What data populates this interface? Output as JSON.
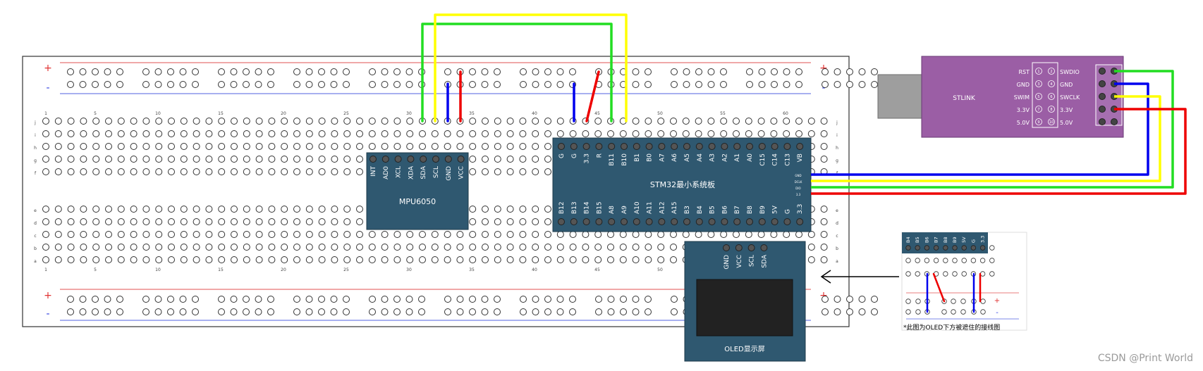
{
  "breadboard": {
    "rail_plus": "+",
    "rail_minus": "-",
    "column_numbers": [
      "1",
      "5",
      "10",
      "15",
      "20",
      "25",
      "30",
      "35",
      "40",
      "45",
      "50",
      "55",
      "60"
    ],
    "row_letters_top": [
      "j",
      "i",
      "h",
      "g",
      "f"
    ],
    "row_letters_bottom": [
      "e",
      "d",
      "c",
      "b",
      "a"
    ]
  },
  "mpu6050": {
    "name": "MPU6050",
    "pins": [
      "INT",
      "AD0",
      "XCL",
      "XDA",
      "SDA",
      "SCL",
      "GND",
      "VCC"
    ]
  },
  "stm32": {
    "name": "STM32最小系统板",
    "pins_top": [
      "G",
      "G",
      "3.3",
      "R",
      "B11",
      "B10",
      "B1",
      "B0",
      "A7",
      "A6",
      "A5",
      "A4",
      "A3",
      "A2",
      "A1",
      "A0",
      "C15",
      "C14",
      "C13",
      "VB"
    ],
    "pins_bottom": [
      "B12",
      "B13",
      "B14",
      "B15",
      "A8",
      "A9",
      "A10",
      "A11",
      "A12",
      "A15",
      "B3",
      "B4",
      "B5",
      "B6",
      "B7",
      "B8",
      "B9",
      "5V",
      "G",
      "3.3"
    ],
    "side_pins": [
      "GND",
      "DCLK",
      "DIO",
      "3.3"
    ]
  },
  "oled": {
    "name": "OLED显示屏",
    "pins": [
      "GND",
      "VCC",
      "SCL",
      "SDA"
    ]
  },
  "stlink": {
    "name": "STLINK",
    "left_labels": [
      "RST",
      "GND",
      "SWIM",
      "3.3V",
      "5.0V"
    ],
    "right_labels": [
      "SWDIO",
      "GND",
      "SWCLK",
      "3.3V",
      "5.0V"
    ],
    "pin_numbers": [
      "1",
      "2",
      "3",
      "4",
      "5",
      "6",
      "7",
      "8",
      "9",
      "10"
    ]
  },
  "inset": {
    "pins": [
      "B4",
      "B5",
      "B6",
      "B7",
      "B8",
      "B9",
      "5V",
      "G",
      "3.3"
    ],
    "caption": "*此图为OLED下方被遮住的接线图"
  },
  "wire_colors": {
    "green": "#22dd22",
    "yellow": "#ffff00",
    "blue": "#0000ee",
    "red": "#ee0000"
  },
  "watermark": "CSDN @Print World"
}
